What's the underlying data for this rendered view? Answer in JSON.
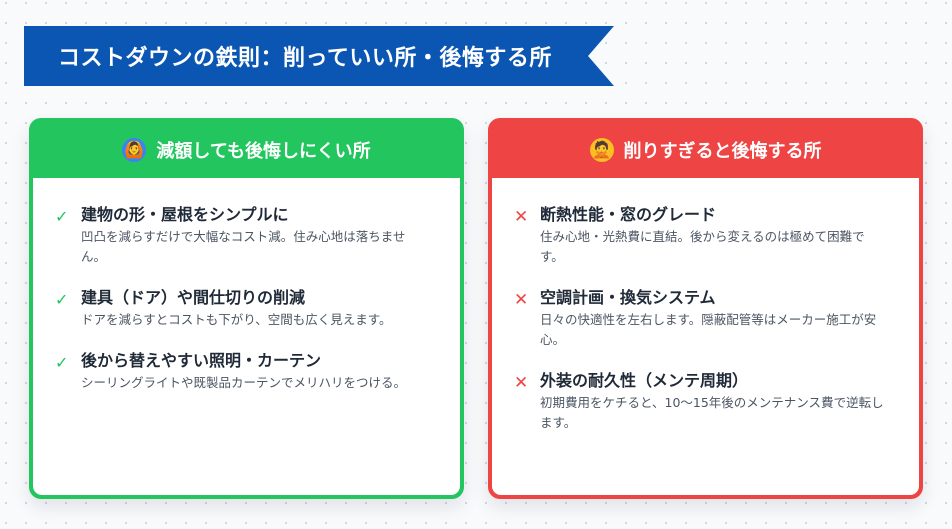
{
  "banner": {
    "title": "コストダウンの鉄則：削っていい所・後悔する所",
    "color": "#0b56b3"
  },
  "cards": {
    "good": {
      "icon": "person-gesturing-ok-icon",
      "emoji": "🙆",
      "title": "減額しても後悔しにくい所",
      "color": "#22c55e",
      "mark": "✓",
      "items": [
        {
          "title": "建物の形・屋根をシンプルに",
          "desc": "凹凸を減らすだけで大幅なコスト減。住み心地は落ちません。"
        },
        {
          "title": "建具（ドア）や間仕切りの削減",
          "desc": "ドアを減らすとコストも下がり、空間も広く見えます。"
        },
        {
          "title": "後から替えやすい照明・カーテン",
          "desc": "シーリングライトや既製品カーテンでメリハリをつける。"
        }
      ]
    },
    "bad": {
      "icon": "person-gesturing-no-icon",
      "emoji": "🙅",
      "title": "削りすぎると後悔する所",
      "color": "#ef4444",
      "mark": "✕",
      "items": [
        {
          "title": "断熱性能・窓のグレード",
          "desc": "住み心地・光熱費に直結。後から変えるのは極めて困難です。"
        },
        {
          "title": "空調計画・換気システム",
          "desc": "日々の快適性を左右します。隠蔽配管等はメーカー施工が安心。"
        },
        {
          "title": "外装の耐久性（メンテ周期）",
          "desc": "初期費用をケチると、10〜15年後のメンテナンス費で逆転します。"
        }
      ]
    }
  }
}
